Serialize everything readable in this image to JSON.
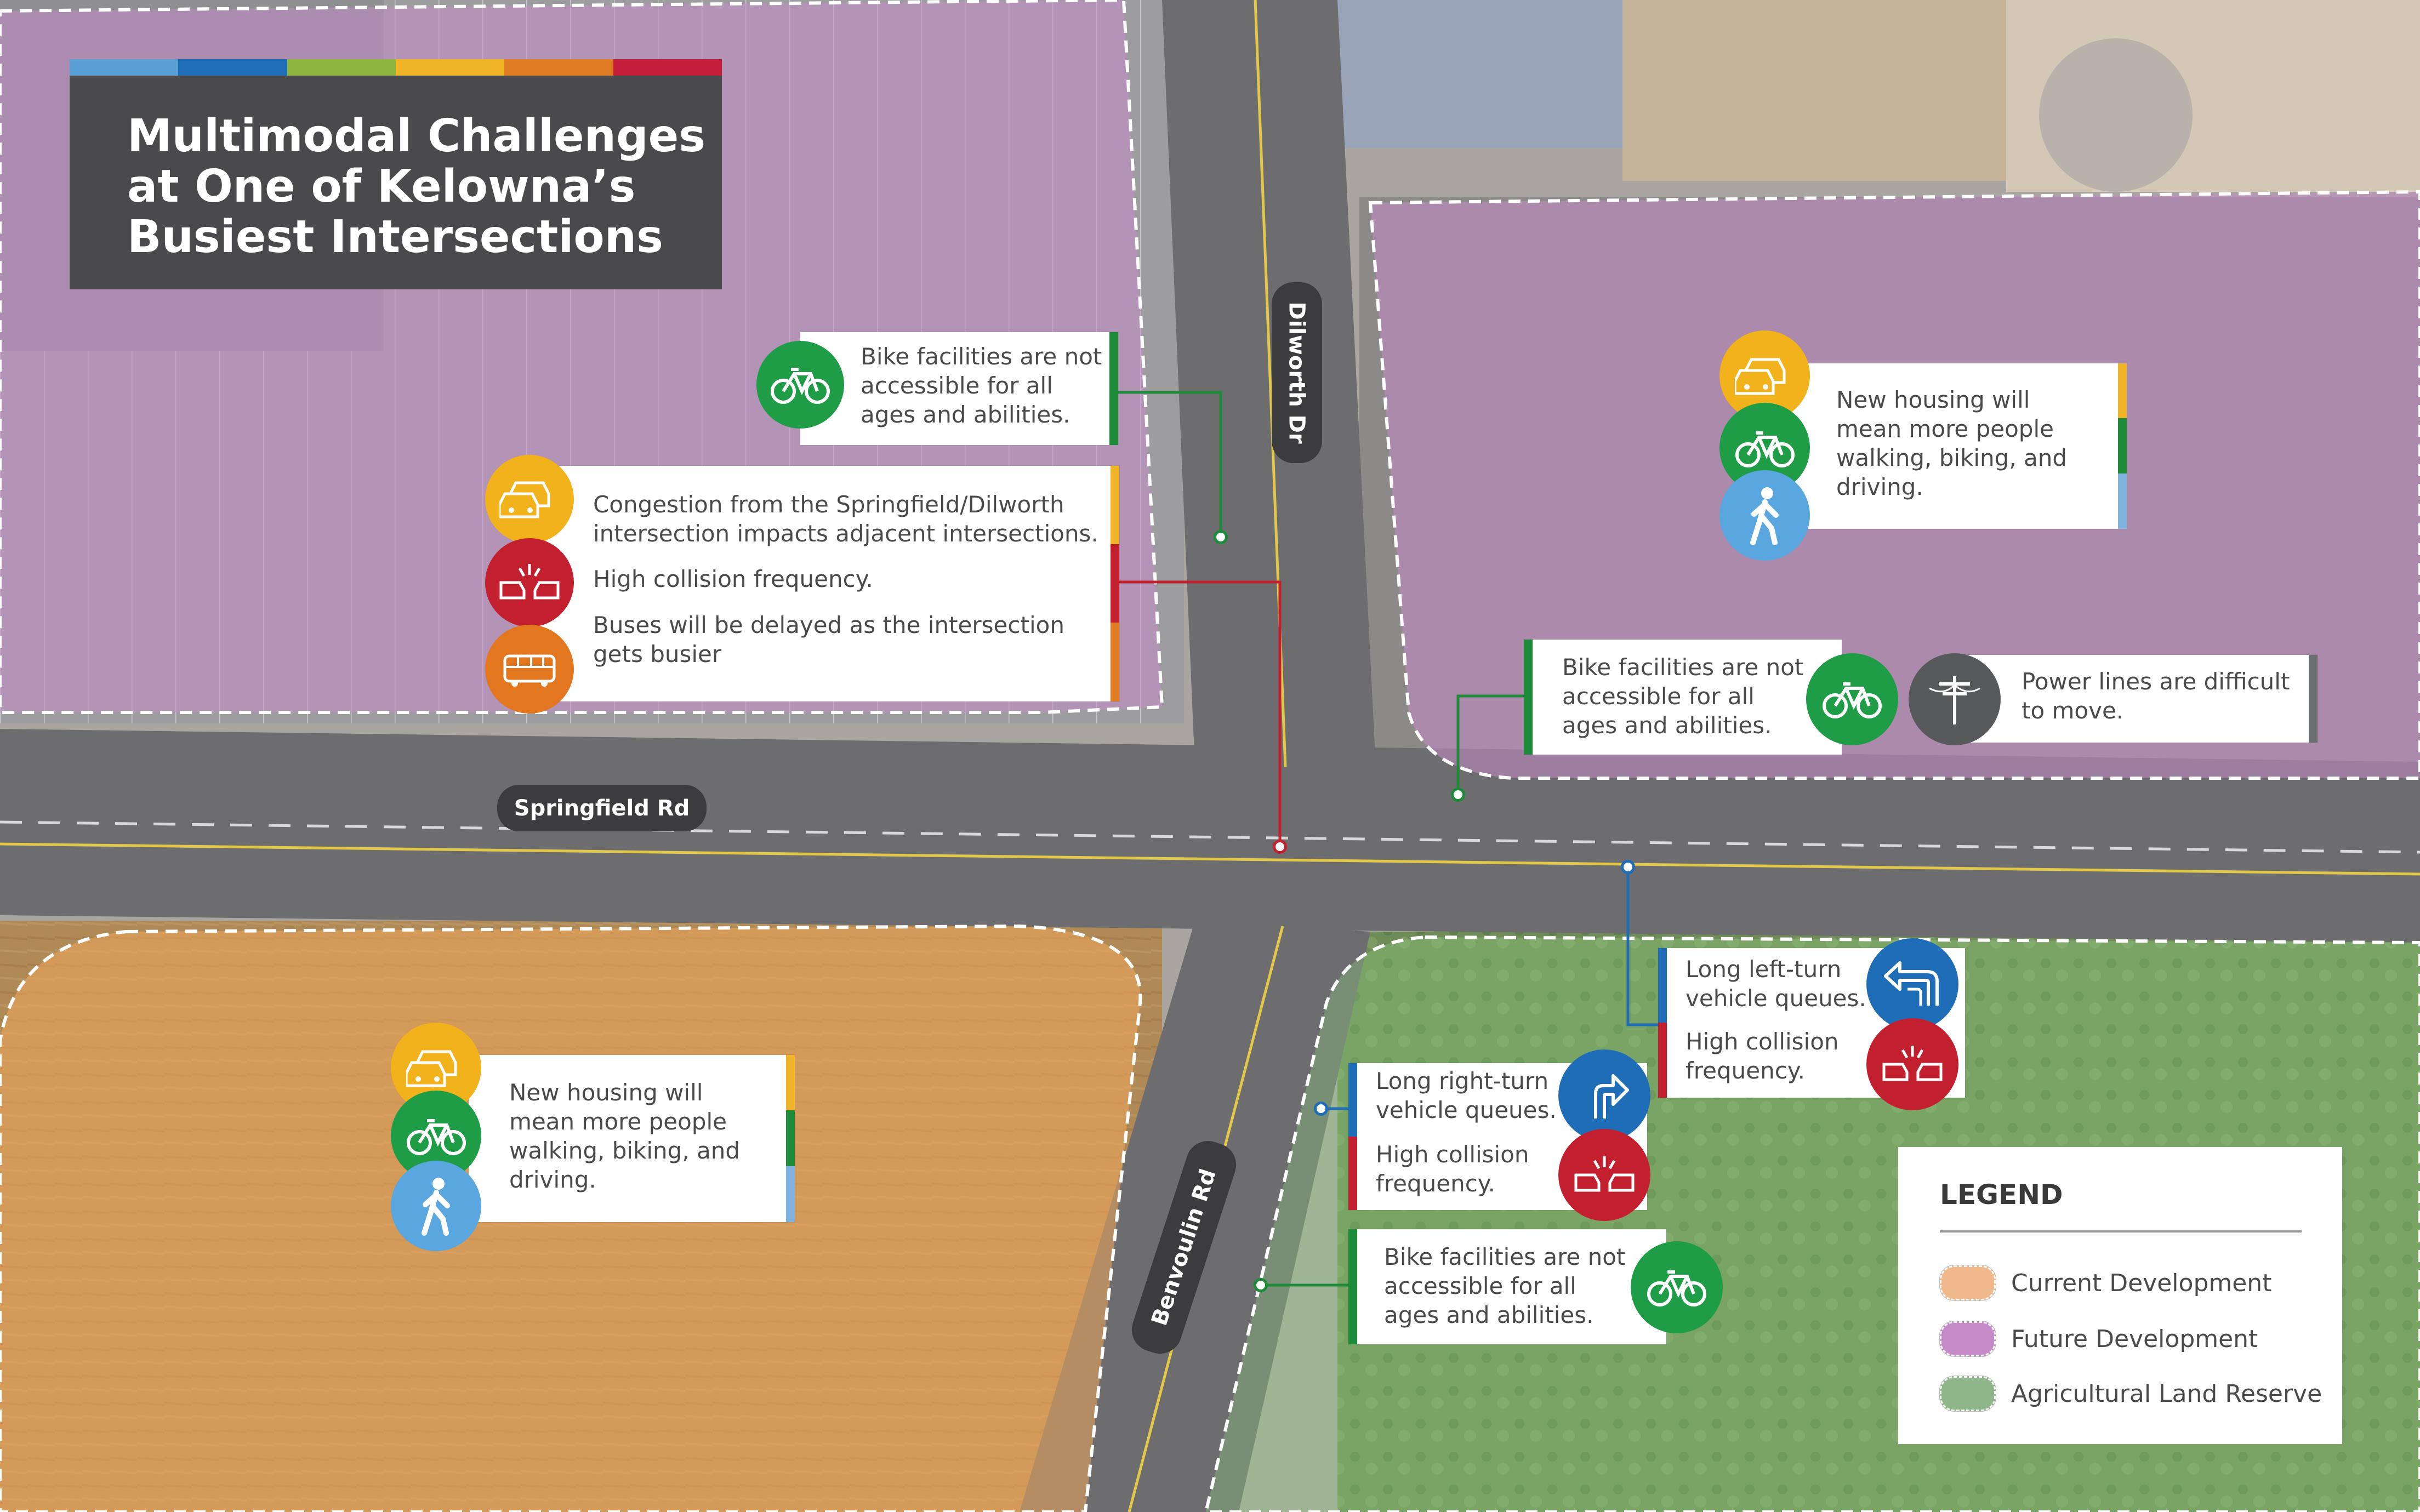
{
  "title": {
    "line1": "Multimodal Challenges",
    "line2": "at One of Kelowna’s",
    "line3": "Busiest Intersections",
    "stripe_colors": [
      "#5aa0d6",
      "#1f6fb8",
      "#8db540",
      "#f0b428",
      "#e07c24",
      "#c41e3a"
    ]
  },
  "roads": {
    "dilworth": "Dilworth Dr",
    "springfield": "Springfield Rd",
    "benvoulin": "Benvoulin Rd"
  },
  "colors": {
    "car": "#f2b21b",
    "bike": "#1e9c46",
    "pedestrian": "#5aa6df",
    "collision": "#c3202f",
    "bus": "#e2771f",
    "turn": "#1f6db7",
    "power": "#58595b",
    "bar_green": "#1e8b3a",
    "bar_yellow": "#f0b428",
    "bar_blue": "#7fb3de",
    "bar_red": "#c3202f",
    "bar_orange": "#e07c24",
    "bar_grey": "#6d6e70",
    "current_dev": "#f0b98c",
    "future_dev": "#c58bc9",
    "alr": "#8fb58a"
  },
  "callouts": {
    "bike_north": {
      "line1": "Bike facilities are not",
      "line2": "accessible for all",
      "line3": "ages and abilities.",
      "icon": "bike-icon"
    },
    "multi_west": {
      "congestion1": "Congestion from the Springfield/Dilworth",
      "congestion2": "intersection impacts adjacent intersections.",
      "collision": "High collision frequency.",
      "bus1": "Buses will be delayed as the intersection",
      "bus2": "gets busier",
      "icons": [
        "cars-icon",
        "collision-icon",
        "bus-icon"
      ]
    },
    "housing_ne": {
      "line1": "New housing will",
      "line2": "mean more people",
      "line3": "walking, biking, and",
      "line4": "driving.",
      "icons": [
        "cars-icon",
        "bike-icon",
        "pedestrian-icon"
      ]
    },
    "bike_east": {
      "line1": "Bike facilities are not",
      "line2": "accessible for all",
      "line3": "ages and abilities.",
      "icon": "bike-icon"
    },
    "power": {
      "line1": "Power lines are difficult",
      "line2": "to move.",
      "icon": "power-lines-icon"
    },
    "left_turn": {
      "line1": "Long left-turn",
      "line2": "vehicle queues.",
      "coll1": "High collision",
      "coll2": "frequency.",
      "icons": [
        "left-turn-icon",
        "collision-icon"
      ]
    },
    "right_turn": {
      "line1": "Long right-turn",
      "line2": "vehicle queues.",
      "coll1": "High collision",
      "coll2": "frequency.",
      "icons": [
        "right-turn-icon",
        "collision-icon"
      ]
    },
    "bike_south": {
      "line1": "Bike facilities are not",
      "line2": "accessible for all",
      "line3": "ages and abilities.",
      "icon": "bike-icon"
    },
    "housing_sw": {
      "line1": "New housing will",
      "line2": "mean more people",
      "line3": "walking, biking, and",
      "line4": "driving.",
      "icons": [
        "cars-icon",
        "bike-icon",
        "pedestrian-icon"
      ]
    }
  },
  "legend": {
    "title": "LEGEND",
    "items": [
      {
        "label": "Current Development"
      },
      {
        "label": "Future Development"
      },
      {
        "label": "Agricultural Land Reserve"
      }
    ]
  }
}
